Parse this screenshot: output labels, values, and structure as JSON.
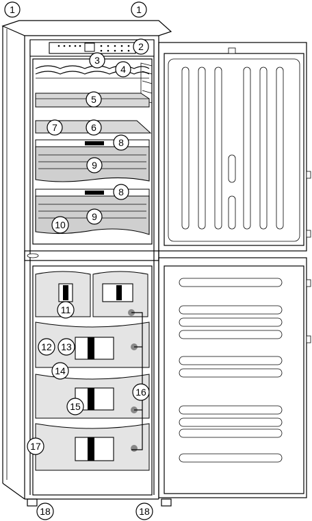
{
  "callouts": [
    {
      "id": "c1a",
      "label": "1"
    },
    {
      "id": "c1b",
      "label": "1"
    },
    {
      "id": "c2",
      "label": "2"
    },
    {
      "id": "c3",
      "label": "3"
    },
    {
      "id": "c4",
      "label": "4"
    },
    {
      "id": "c5",
      "label": "5"
    },
    {
      "id": "c6",
      "label": "6"
    },
    {
      "id": "c7",
      "label": "7"
    },
    {
      "id": "c8a",
      "label": "8"
    },
    {
      "id": "c9a",
      "label": "9"
    },
    {
      "id": "c8b",
      "label": "8"
    },
    {
      "id": "c9b",
      "label": "9"
    },
    {
      "id": "c10",
      "label": "10"
    },
    {
      "id": "c11",
      "label": "11"
    },
    {
      "id": "c12",
      "label": "12"
    },
    {
      "id": "c13",
      "label": "13"
    },
    {
      "id": "c14",
      "label": "14"
    },
    {
      "id": "c15",
      "label": "15"
    },
    {
      "id": "c16",
      "label": "16"
    },
    {
      "id": "c17",
      "label": "17"
    },
    {
      "id": "c18a",
      "label": "18"
    },
    {
      "id": "c18b",
      "label": "18"
    }
  ]
}
